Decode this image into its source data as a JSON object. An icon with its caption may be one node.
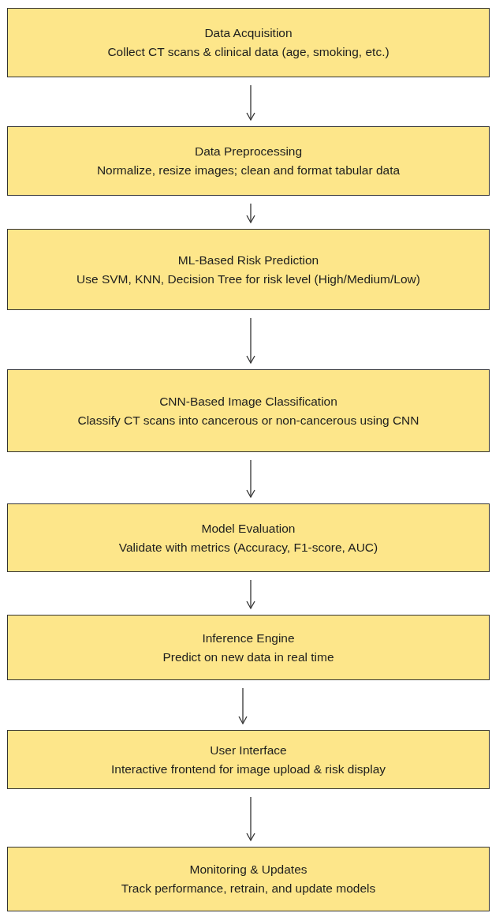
{
  "diagram": {
    "nodes": [
      {
        "text": [
          "Data Acquisition",
          "Collect CT scans & clinical data (age, smoking, etc.)"
        ]
      },
      {
        "text": [
          "Data Preprocessing",
          "Normalize, resize images; clean and format tabular data"
        ]
      },
      {
        "text": [
          "ML-Based Risk Prediction",
          "Use SVM, KNN, Decision Tree for risk level (High/Medium/Low)"
        ]
      },
      {
        "text": [
          "CNN-Based Image Classification",
          "Classify CT scans into cancerous or non-cancerous using CNN"
        ]
      },
      {
        "text": [
          "Model Evaluation",
          "Validate with metrics (Accuracy, F1-score, AUC)"
        ]
      },
      {
        "text": [
          "Inference Engine",
          "Predict on new data in real time"
        ]
      },
      {
        "text": [
          "User Interface",
          "Interactive frontend for image upload & risk display"
        ]
      },
      {
        "text": [
          "Monitoring & Updates",
          "Track performance, retrain, and update models"
        ]
      }
    ],
    "edges": [
      {
        "from": 0,
        "to": 1,
        "arrow": "to"
      },
      {
        "from": 1,
        "to": 2,
        "arrow": "to"
      },
      {
        "from": 2,
        "to": 3,
        "arrow": "to"
      },
      {
        "from": 3,
        "to": 4,
        "arrow": "to"
      },
      {
        "from": 4,
        "to": 5,
        "arrow": "to"
      },
      {
        "from": 5,
        "to": 6,
        "arrow": "to"
      },
      {
        "from": 6,
        "to": 7,
        "arrow": "to"
      }
    ]
  }
}
